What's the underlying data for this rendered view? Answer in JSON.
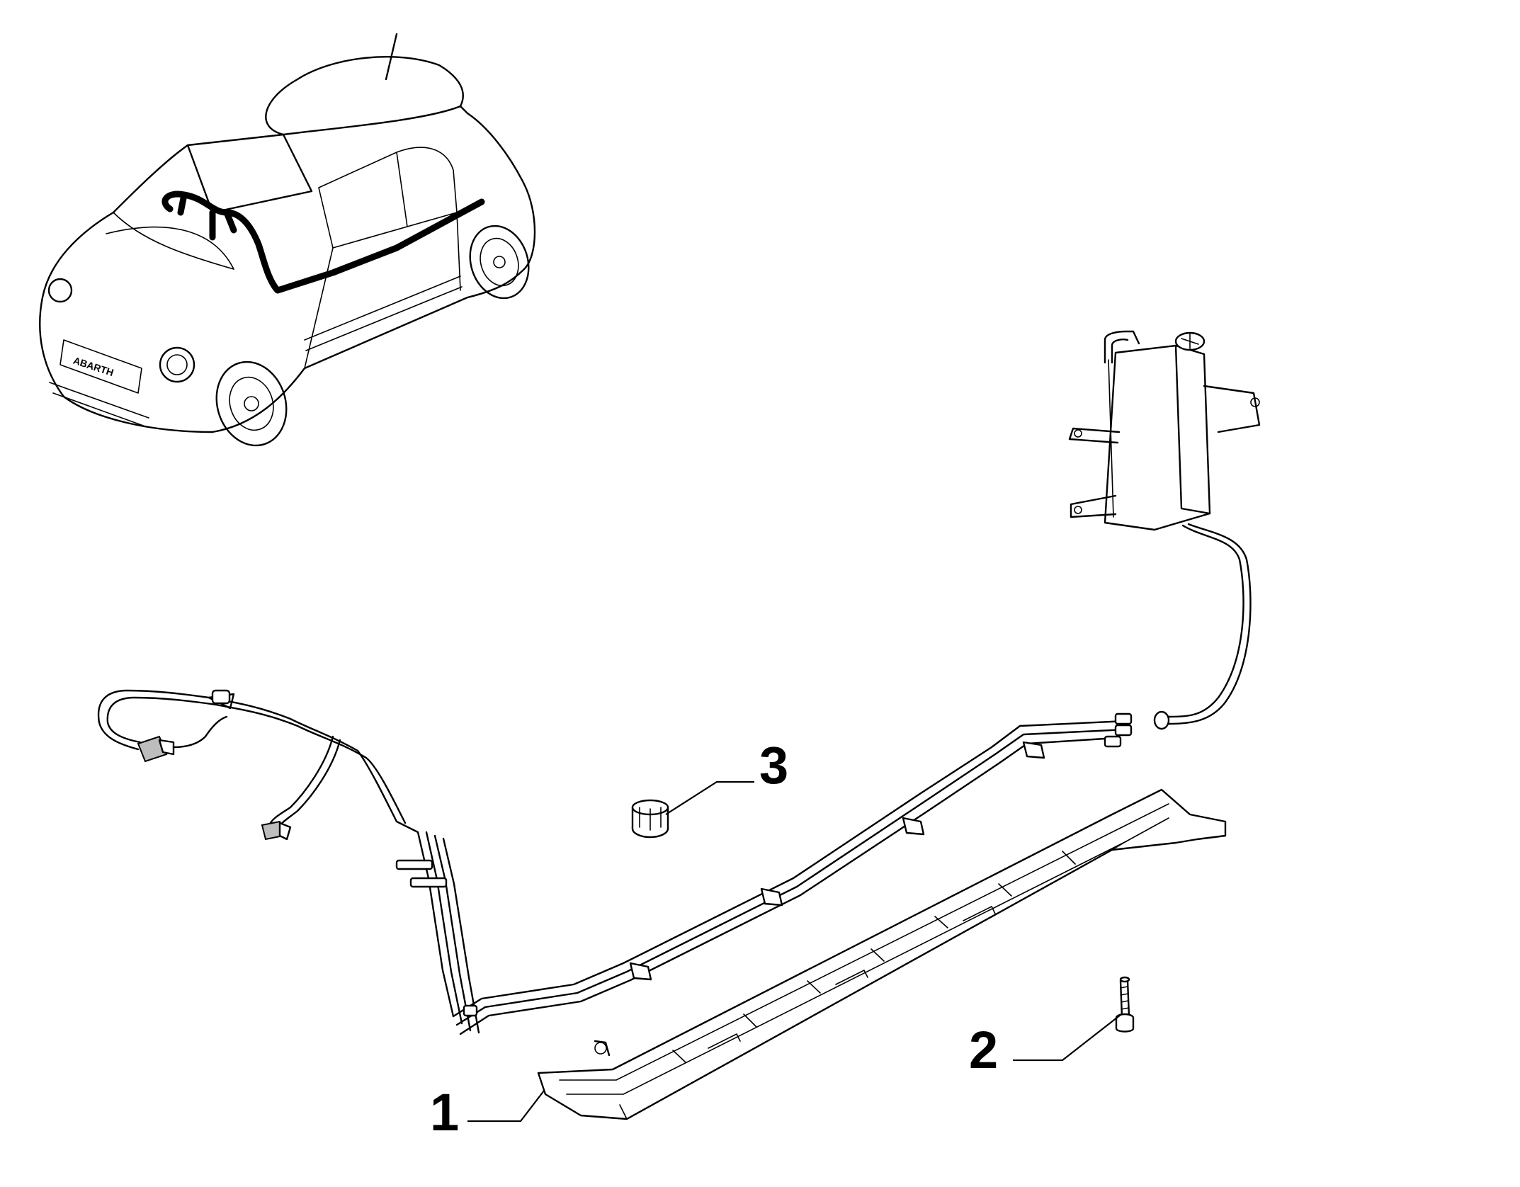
{
  "callouts": [
    {
      "id": "1",
      "label": "1"
    },
    {
      "id": "2",
      "label": "2"
    },
    {
      "id": "3",
      "label": "3"
    }
  ],
  "car_badge": {
    "text": "ABARTH"
  }
}
